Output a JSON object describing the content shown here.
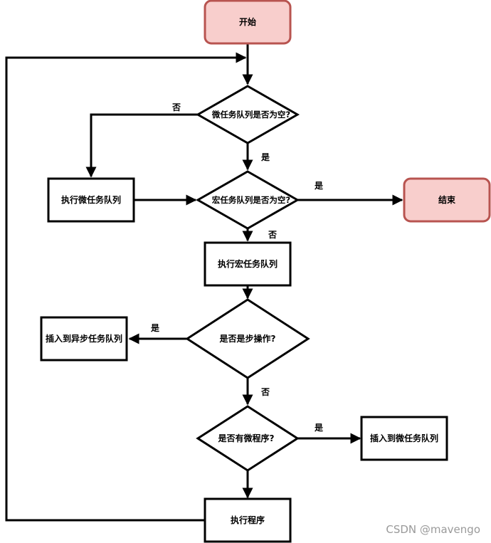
{
  "nodes": {
    "start": "开始",
    "q_micro_empty": "微任务队列是否为空?",
    "exec_micro": "执行微任务队列",
    "q_macro_empty": "宏任务队列是否为空?",
    "end": "结束",
    "exec_macro": "执行宏任务队列",
    "q_async": "是否是步操作?",
    "insert_async": "插入到异步任务队列",
    "q_has_micro": "是否有微程序?",
    "insert_micro": "插入到微任务队列",
    "exec_program": "执行程序"
  },
  "edges": {
    "no_1": "否",
    "yes_1": "是",
    "yes_2": "是",
    "no_2": "否",
    "yes_3": "是",
    "no_3": "否",
    "yes_4": "是"
  },
  "colors": {
    "terminal_fill": "#f8cecc",
    "terminal_stroke": "#b85450",
    "stroke": "#000000"
  },
  "watermark": "CSDN @mavengo"
}
